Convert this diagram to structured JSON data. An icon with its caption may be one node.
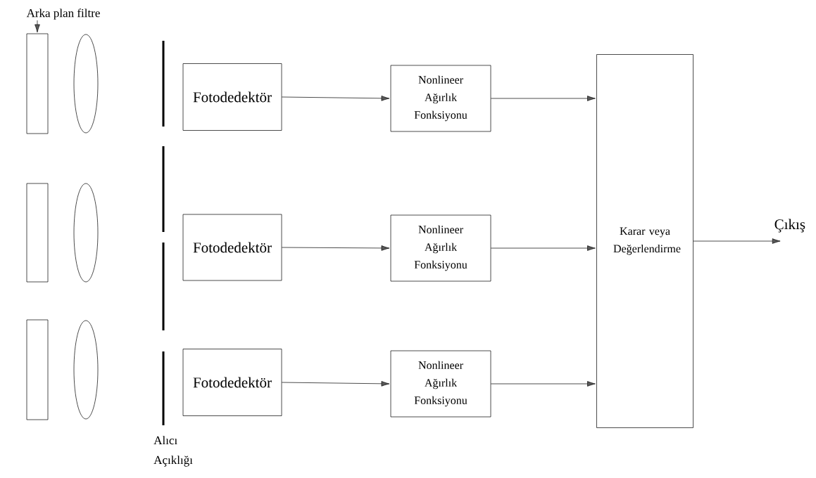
{
  "diagram": {
    "nodes": [
      {
        "text": [
          "Arka plan filtre"
        ]
      },
      {
        "text": [],
        "shape": "box"
      },
      {
        "text": [],
        "shape": "box"
      },
      {
        "text": [],
        "shape": "box"
      },
      {
        "text": [],
        "shape": "ellipse"
      },
      {
        "text": [],
        "shape": "ellipse"
      },
      {
        "text": [],
        "shape": "ellipse"
      },
      {
        "text": [
          "Fotodedektör"
        ]
      },
      {
        "text": [
          "Fotodedektör"
        ]
      },
      {
        "text": [
          "Fotodedektör"
        ]
      },
      {
        "text": [
          "Nonlineer Ağırlık Fonksiyonu"
        ]
      },
      {
        "text": [
          "Nonlineer Ağırlık Fonksiyonu"
        ]
      },
      {
        "text": [
          "Nonlineer Ağırlık Fonksiyonu"
        ]
      },
      {
        "text": [
          "Karar veya Değerlendirme"
        ]
      }
    ],
    "edges": [
      {
        "from": 0,
        "to": 1,
        "arrow": "to"
      },
      {
        "from": 7,
        "to": 10,
        "arrow": "to"
      },
      {
        "from": 8,
        "to": 11,
        "arrow": "to"
      },
      {
        "from": 9,
        "to": 12,
        "arrow": "to"
      },
      {
        "from": 10,
        "to": 13,
        "arrow": "to"
      },
      {
        "from": 11,
        "to": 13,
        "arrow": "to"
      },
      {
        "from": 12,
        "to": 13,
        "arrow": "to"
      },
      {
        "from": 13,
        "to": null,
        "arrow": "to",
        "label": "Çıkış"
      }
    ],
    "labels": [
      "Alıcı Açıklığı"
    ]
  }
}
